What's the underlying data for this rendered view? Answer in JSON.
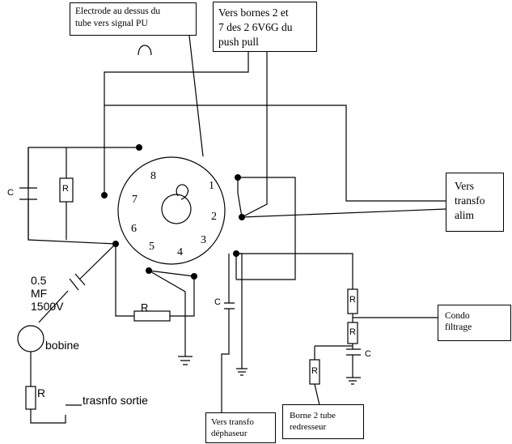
{
  "notes": {
    "electrode": [
      "Electrode au dessus du",
      "tube vers signal PU"
    ],
    "push_pull": [
      "Vers bornes 2 et",
      "7 des 2 6V6G du",
      "push pull"
    ],
    "transfo_alim": [
      "Vers",
      "transfo",
      "alim"
    ],
    "condo_filtrage": [
      "Condo",
      "filtrage"
    ],
    "borne_redresseur": [
      "Borne 2 tube",
      "redresseur"
    ],
    "transfo_dephaseur": [
      "Vers transfo",
      "déphaseur"
    ]
  },
  "pins": [
    "1",
    "2",
    "3",
    "4",
    "5",
    "6",
    "7",
    "8"
  ],
  "component_labels": {
    "c_left": "C",
    "r_left": "R",
    "c_05": [
      "0.5",
      "MF",
      "1500V"
    ],
    "r_bottom": "R",
    "bobine": "bobine",
    "r_bobine": "R",
    "transfo_sortie": "trasnfo sortie",
    "c_mid": "C",
    "r_right_top": "R",
    "r_right_mid": "R",
    "r_right_low": "R",
    "c_right": "C"
  }
}
